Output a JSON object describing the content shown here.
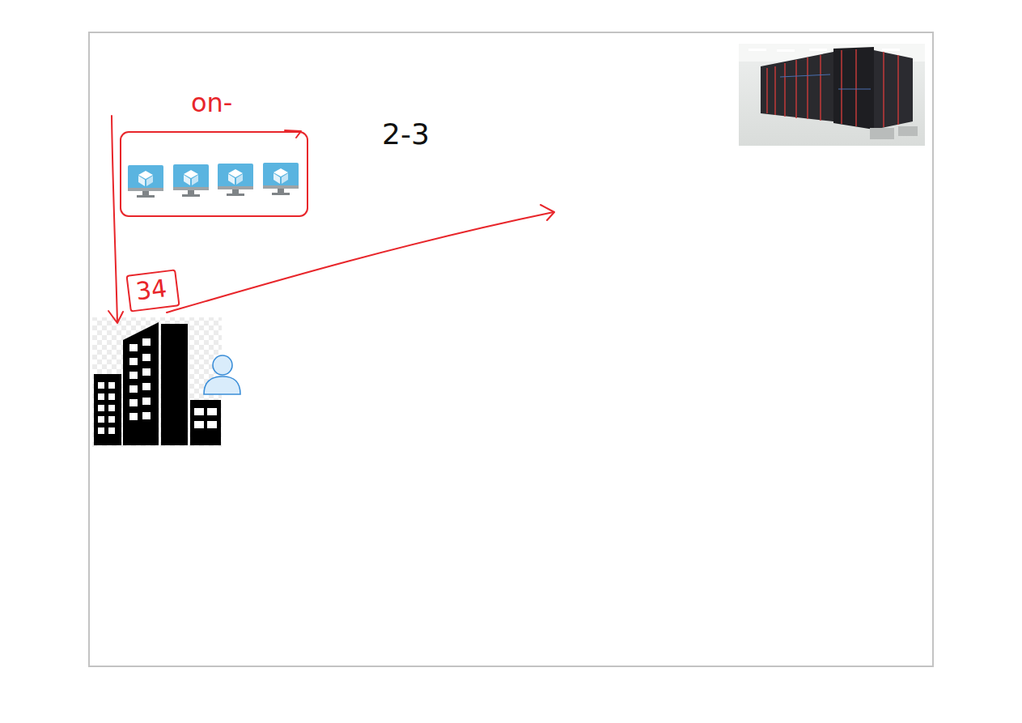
{
  "diagram": {
    "nodes": [
      {
        "text": [
          "on-"
        ]
      },
      {
        "text": [
          "34"
        ]
      }
    ],
    "labels": [
      "2-3"
    ]
  }
}
